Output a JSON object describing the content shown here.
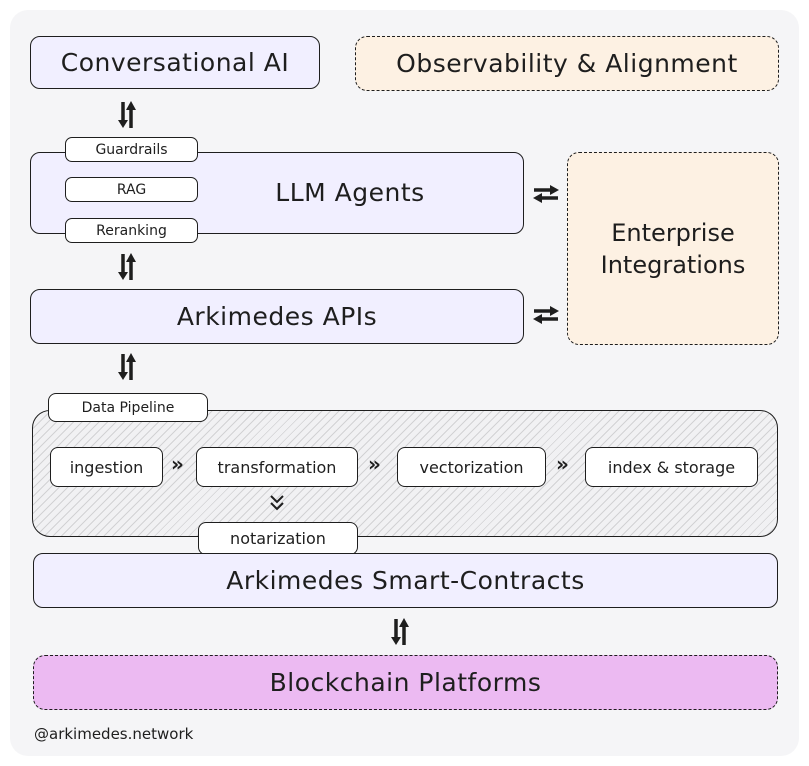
{
  "diagram": {
    "conversational_ai": "Conversational AI",
    "observability": "Observability & Alignment",
    "guardrails": "Guardrails",
    "rag": "RAG",
    "reranking": "Reranking",
    "llm_agents": "LLM Agents",
    "enterprise_line1": "Enterprise",
    "enterprise_line2": "Integrations",
    "arkimedes_apis": "Arkimedes APIs",
    "data_pipeline": "Data Pipeline",
    "stages": [
      "ingestion",
      "transformation",
      "vectorization",
      "index & storage"
    ],
    "stage_separator": "»",
    "notarization": "notarization",
    "down_chevron": "⌄",
    "smart_contracts": "Arkimedes Smart-Contracts",
    "blockchain": "Blockchain Platforms"
  },
  "footer": {
    "credit": "@arkimedes.network"
  },
  "colors": {
    "lavender": "#f1efff",
    "peach": "#fdf1e3",
    "pink": "#ecbaf2",
    "background": "#f5f5f7",
    "ink": "#1e1e1e"
  }
}
